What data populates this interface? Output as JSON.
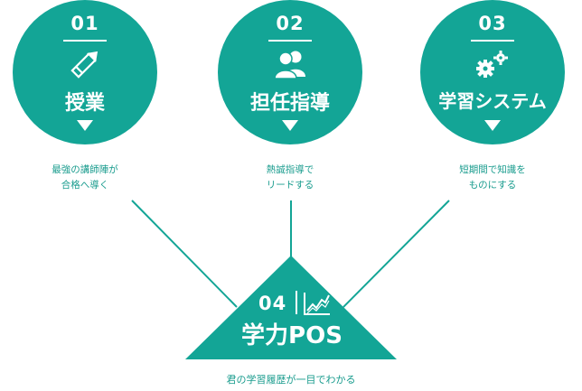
{
  "colors": {
    "teal": "#13a596",
    "text_teal": "#1a9c8e",
    "white": "#ffffff"
  },
  "steps": [
    {
      "number": "01",
      "title": "授業",
      "icon": "pencil-icon",
      "desc_line1": "最強の講師陣が",
      "desc_line2": "合格へ導く"
    },
    {
      "number": "02",
      "title": "担任指導",
      "icon": "people-icon",
      "desc_line1": "熱誠指導で",
      "desc_line2": "リードする"
    },
    {
      "number": "03",
      "title": "学習システム",
      "icon": "gears-icon",
      "desc_line1": "短期間で知識を",
      "desc_line2": "ものにする"
    }
  ],
  "pyramid": {
    "number": "04",
    "title": "学力POS",
    "icon": "line-chart-icon",
    "desc": "君の学習履歴が一目でわかる"
  }
}
